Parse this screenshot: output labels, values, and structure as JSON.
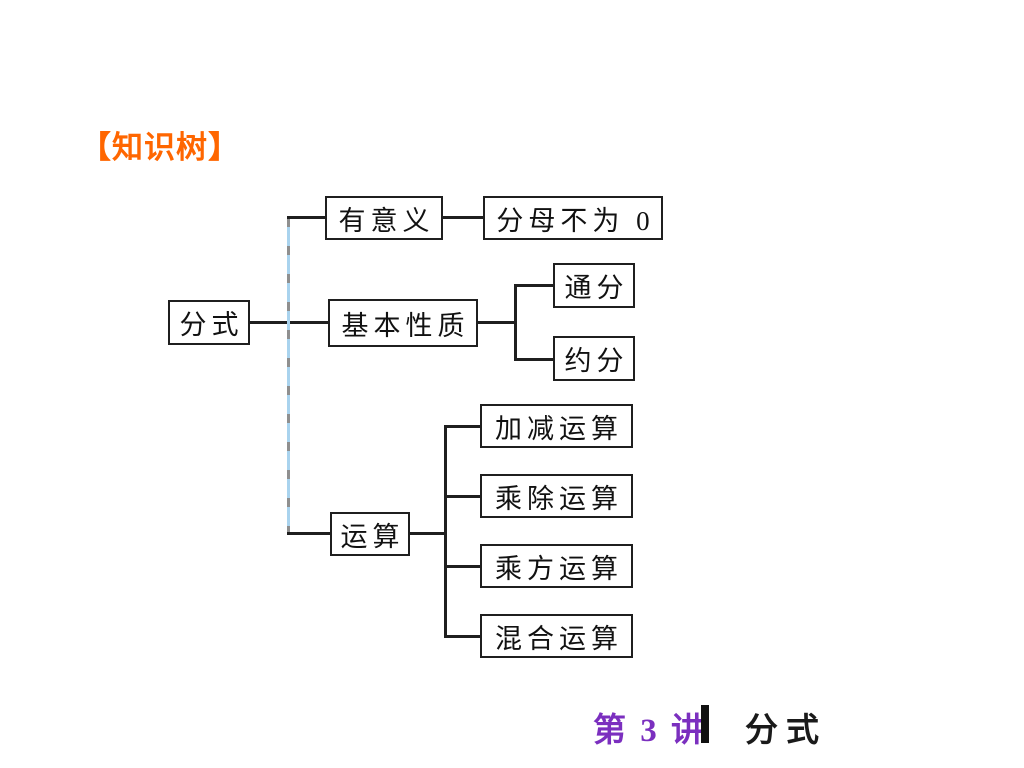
{
  "slide": {
    "background": "#FFFFFF"
  },
  "header": {
    "title": "【知识树】",
    "color": "#FF6600"
  },
  "tree": {
    "root": {
      "label": "分式"
    },
    "branches": [
      {
        "label": "有意义",
        "children": [
          {
            "label": "分母不为 0"
          }
        ]
      },
      {
        "label": "基本性质",
        "children": [
          {
            "label": "通分"
          },
          {
            "label": "约分"
          }
        ]
      },
      {
        "label": "运算",
        "children": [
          {
            "label": "加减运算"
          },
          {
            "label": "乘除运算"
          },
          {
            "label": "乘方运算"
          },
          {
            "label": "混合运算"
          }
        ]
      }
    ],
    "line_colors": {
      "branch": "#1F1F1F",
      "trunk_blue": "#A9D3EE",
      "trunk_dash": "#8F8F8F"
    }
  },
  "footer": {
    "lecture_label": "第 3 讲",
    "divider_glyph": "|",
    "topic_label": "分式",
    "lecture_color": "#7B2FBF",
    "topic_color": "#1A1A1A"
  }
}
